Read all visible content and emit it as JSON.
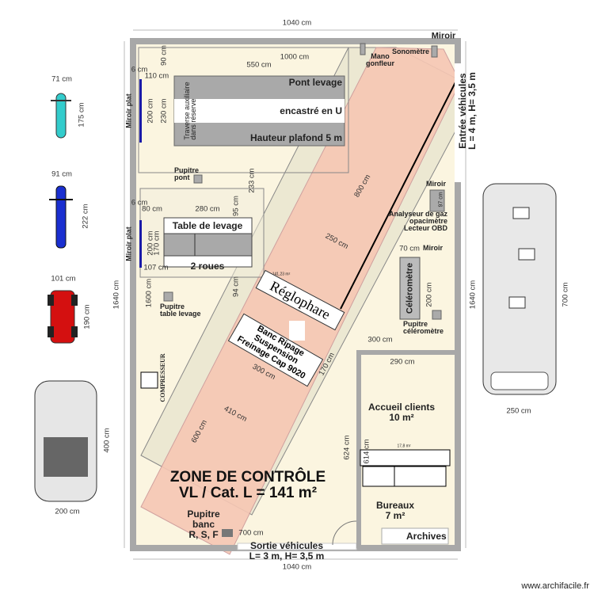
{
  "colors": {
    "wall": "#a8a8a8",
    "floor": "#fbf5e0",
    "pink_band": "#f6c7b4",
    "band": "#ece8d2",
    "lift": "#a9a9a9",
    "mirror": "#1a1aa8"
  },
  "dims": {
    "top": "1040 cm",
    "bottom": "1040 cm",
    "left": "1640 cm",
    "right": "1640 cm",
    "d1000": "1000 cm",
    "d550": "550 cm",
    "d90": "90 cm",
    "d6a": "6 cm",
    "d110": "110 cm",
    "d200a": "200 cm",
    "d230": "230 cm",
    "d233": "233 cm",
    "d6b": "6 cm",
    "d80": "80 cm",
    "d280": "280 cm",
    "d95": "95 cm",
    "d200b": "200 cm",
    "d170a": "170 cm",
    "d107": "107 cm",
    "d1600": "1600 cm",
    "d94": "94 cm",
    "d800": "800 cm",
    "d250": "250 cm",
    "d300a": "300 cm",
    "d170b": "170 cm",
    "d410": "410 cm",
    "d600": "600 cm",
    "d700": "700 cm",
    "d70": "70 cm",
    "d200c": "200 cm",
    "d300b": "300 cm",
    "d290": "290 cm",
    "d624": "624 cm",
    "d614": "614 cm",
    "d97": "97 cm",
    "area1": "141,23 m²",
    "area2": "17,8 m²"
  },
  "labels": {
    "miroir_top": "Miroir",
    "mano": "Mano\ngonfleur",
    "sono": "Sonomètre",
    "entree": "Entrée véhicules\nL = 4 m, H= 3,5 m",
    "pont1": "Pont levage",
    "pont2": "encastré en U",
    "pont3": "Hauteur plafond 5 m",
    "traverse": "Traverse auxiliaire\ndans réserve",
    "miroir_plat1": "Miroir plat",
    "miroir_plat2": "Miroir plat",
    "pupitre_pont": "Pupitre\npont",
    "table1": "Table de levage",
    "table2": "2 roues",
    "pupitre_table": "Pupitre\ntable levage",
    "reglophare": "Réglophare",
    "banc": "Banc Ripage\nSuspension\nFreinage Cap 9020",
    "compresseur": "COMPRESSEUR",
    "miroir2": "Miroir",
    "analyseur": "Analyseur de gaz\nopacimètre\nLecteur OBD",
    "miroir3": "Miroir",
    "celerometre": "Céléromètre",
    "pupitre_cel": "Pupitre\ncéléromètre",
    "accueil": "Accueil clients\n10 m²",
    "bureaux": "Bureaux\n7 m²",
    "archives": "Archives",
    "zone": "ZONE DE CONTRÔLE\nVL / Cat. L = 141 m²",
    "pupitre_banc": "Pupitre\nbanc\nR, S, F",
    "sortie": "Sortie véhicules\nL= 3 m, H= 3,5 m"
  },
  "vehicles": [
    {
      "name": "scooter",
      "w": "71 cm",
      "l": "175 cm"
    },
    {
      "name": "motorcycle",
      "w": "91 cm",
      "l": "222 cm"
    },
    {
      "name": "quad",
      "w": "101 cm",
      "l": "190 cm"
    },
    {
      "name": "car",
      "w": "200 cm",
      "l": "400 cm"
    },
    {
      "name": "camping-car",
      "w": "250 cm",
      "l": "700 cm"
    }
  ],
  "watermark": "www.archifacile.fr"
}
